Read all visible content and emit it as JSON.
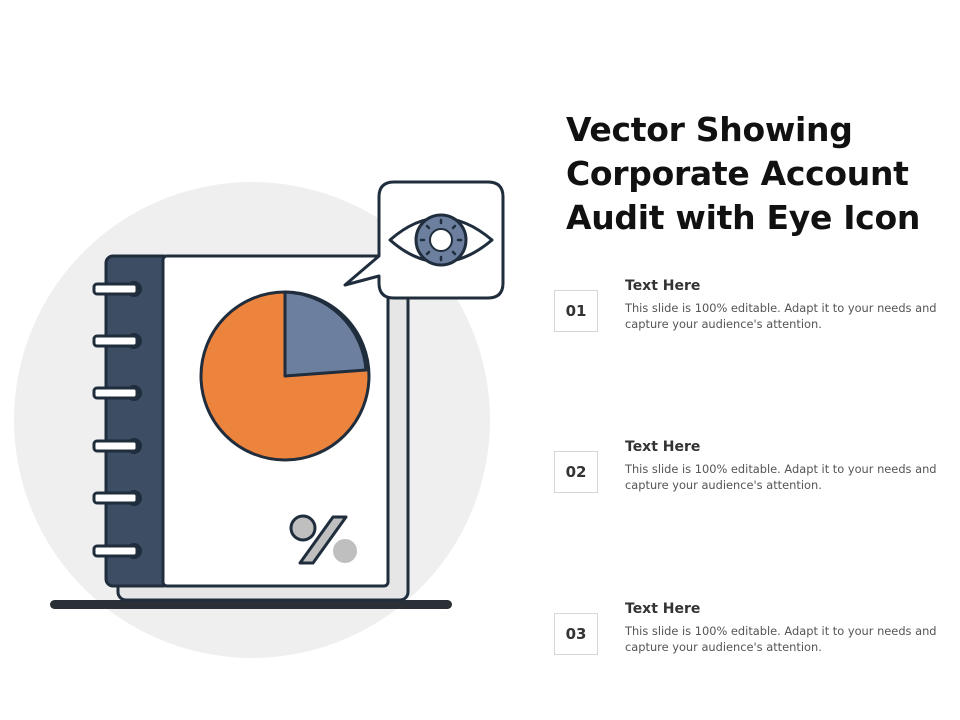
{
  "title": "Vector Showing Corporate Account Audit with Eye Icon",
  "items": [
    {
      "number": "01",
      "heading": "Text Here",
      "text": "This slide is 100% editable. Adapt it to your needs and capture your audience's attention."
    },
    {
      "number": "02",
      "heading": "Text Here",
      "text": "This slide is 100% editable. Adapt it to your needs and capture your audience's attention."
    },
    {
      "number": "03",
      "heading": "Text Here",
      "text": "This slide is 100% editable. Adapt it to your needs and capture your audience's attention."
    }
  ],
  "colors": {
    "navy": "#3d4d63",
    "outline": "#1f2d3d",
    "orange": "#ed843e",
    "slate": "#6d7f9e",
    "light_gray": "#efefef",
    "gray": "#bfbfbf"
  },
  "icons": [
    "notebook-icon",
    "pie-chart-icon",
    "percent-icon",
    "eye-icon",
    "speech-bubble-icon"
  ]
}
